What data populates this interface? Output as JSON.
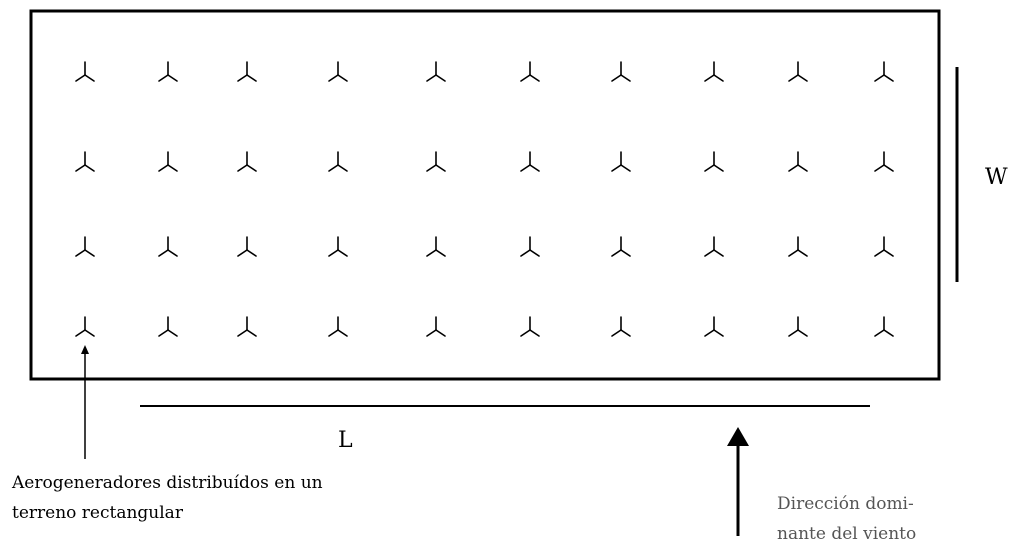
{
  "grid": {
    "rows": 4,
    "cols": 10,
    "icon": "wind-turbine-icon"
  },
  "dimensions": {
    "width_label": "W",
    "length_label": "L"
  },
  "captions": {
    "turbines_line1": "Aerogeneradores distribuídos en un",
    "turbines_line2": "terreno rectangular",
    "wind_line1": "Dirección domi-",
    "wind_line2": "nante del viento"
  },
  "colors": {
    "stroke": "#000000",
    "wind_text": "#555555"
  }
}
